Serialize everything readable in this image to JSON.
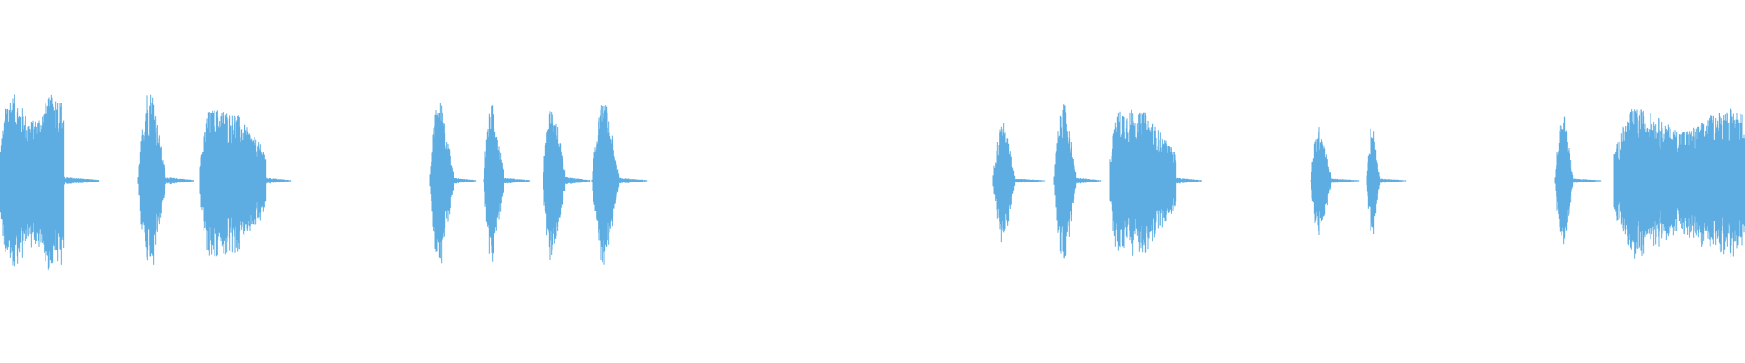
{
  "waveform": {
    "color": "#5dade2",
    "background": "#ffffff",
    "duration_fraction_start": 0.0,
    "duration_fraction_end": 1.0,
    "bursts": [
      {
        "start": 0.0,
        "end": 0.0355,
        "amp": 0.48,
        "shape": "sustain"
      },
      {
        "start": 0.0355,
        "end": 0.056,
        "amp": 0.05,
        "shape": "tail"
      },
      {
        "start": 0.079,
        "end": 0.094,
        "amp": 0.5,
        "shape": "spike"
      },
      {
        "start": 0.094,
        "end": 0.11,
        "amp": 0.05,
        "shape": "tail"
      },
      {
        "start": 0.115,
        "end": 0.152,
        "amp": 0.4,
        "shape": "decay"
      },
      {
        "start": 0.152,
        "end": 0.166,
        "amp": 0.04,
        "shape": "tail"
      },
      {
        "start": 0.246,
        "end": 0.259,
        "amp": 0.44,
        "shape": "spike"
      },
      {
        "start": 0.259,
        "end": 0.272,
        "amp": 0.04,
        "shape": "tail"
      },
      {
        "start": 0.277,
        "end": 0.288,
        "amp": 0.42,
        "shape": "spike"
      },
      {
        "start": 0.288,
        "end": 0.303,
        "amp": 0.04,
        "shape": "tail"
      },
      {
        "start": 0.311,
        "end": 0.323,
        "amp": 0.42,
        "shape": "spike"
      },
      {
        "start": 0.323,
        "end": 0.337,
        "amp": 0.05,
        "shape": "tail"
      },
      {
        "start": 0.339,
        "end": 0.354,
        "amp": 0.42,
        "shape": "spike"
      },
      {
        "start": 0.354,
        "end": 0.37,
        "amp": 0.04,
        "shape": "tail"
      },
      {
        "start": 0.569,
        "end": 0.581,
        "amp": 0.32,
        "shape": "spike"
      },
      {
        "start": 0.581,
        "end": 0.598,
        "amp": 0.03,
        "shape": "tail"
      },
      {
        "start": 0.604,
        "end": 0.616,
        "amp": 0.42,
        "shape": "spike"
      },
      {
        "start": 0.616,
        "end": 0.63,
        "amp": 0.04,
        "shape": "tail"
      },
      {
        "start": 0.636,
        "end": 0.673,
        "amp": 0.4,
        "shape": "decay"
      },
      {
        "start": 0.673,
        "end": 0.688,
        "amp": 0.04,
        "shape": "tail"
      },
      {
        "start": 0.751,
        "end": 0.762,
        "amp": 0.3,
        "shape": "spike"
      },
      {
        "start": 0.762,
        "end": 0.778,
        "amp": 0.03,
        "shape": "tail"
      },
      {
        "start": 0.783,
        "end": 0.79,
        "amp": 0.3,
        "shape": "spike"
      },
      {
        "start": 0.79,
        "end": 0.805,
        "amp": 0.03,
        "shape": "tail"
      },
      {
        "start": 0.891,
        "end": 0.901,
        "amp": 0.36,
        "shape": "spike"
      },
      {
        "start": 0.901,
        "end": 0.917,
        "amp": 0.03,
        "shape": "tail"
      },
      {
        "start": 0.925,
        "end": 1.0,
        "amp": 0.4,
        "shape": "sustain"
      }
    ]
  }
}
